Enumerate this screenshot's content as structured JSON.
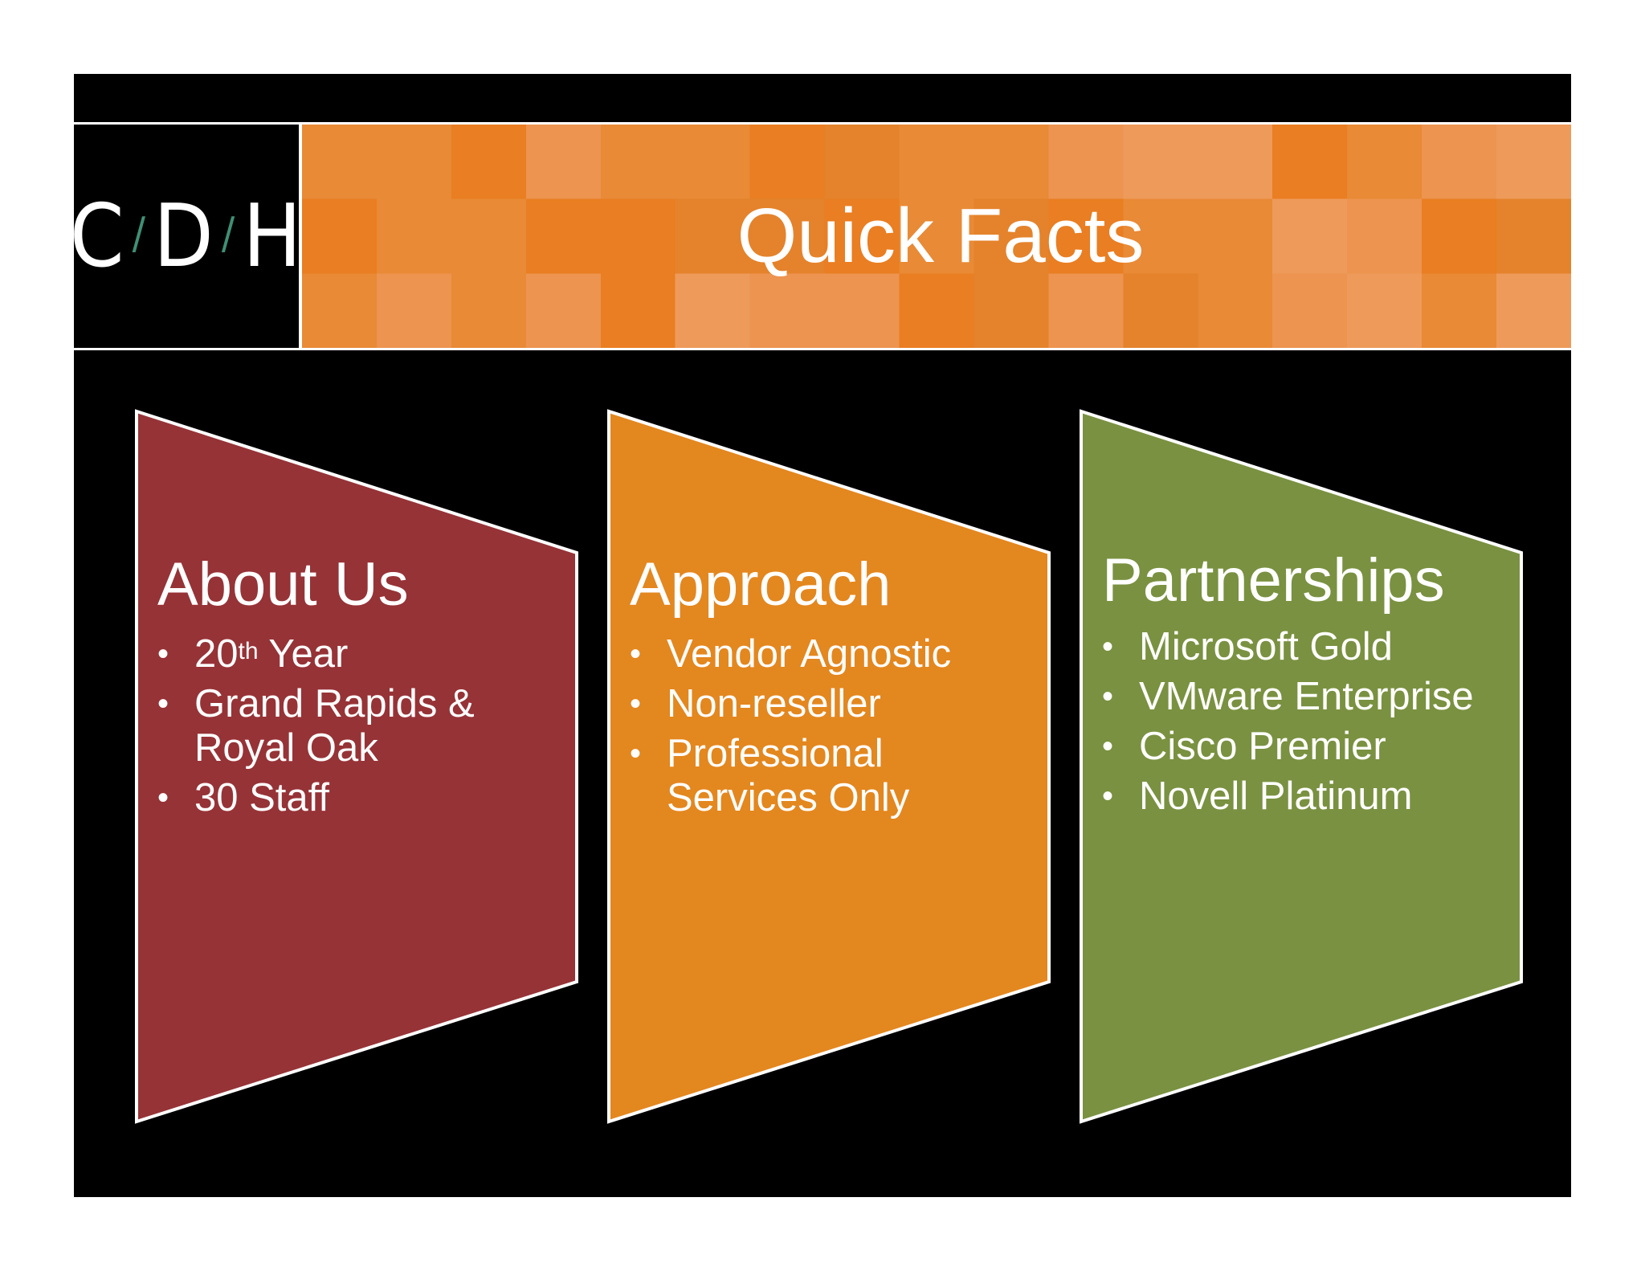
{
  "logo": {
    "letters": [
      "C",
      "D",
      "H"
    ],
    "separator": "/",
    "separator_color": "#3f8f74"
  },
  "header": {
    "title": "Quick Facts",
    "banner_colors": [
      "#e97e22",
      "#ec9450",
      "#e88a36",
      "#ee9a5a",
      "#e4832c"
    ]
  },
  "panels": [
    {
      "title": "About Us",
      "color": "#963337",
      "items": [
        {
          "text": "20",
          "sup": "th",
          "suffix": " Year"
        },
        {
          "text": "Grand Rapids &",
          "line2": "Royal Oak"
        },
        {
          "text": "30 Staff"
        }
      ]
    },
    {
      "title": "Approach",
      "color": "#e3871f",
      "items": [
        {
          "text": "Vendor Agnostic"
        },
        {
          "text": "Non-reseller"
        },
        {
          "text": "Professional",
          "line2": "Services Only"
        }
      ]
    },
    {
      "title": "Partnerships",
      "color": "#7a9141",
      "items": [
        {
          "text": "Microsoft Gold"
        },
        {
          "text": "VMware Enterprise"
        },
        {
          "text": "Cisco Premier"
        },
        {
          "text": "Novell Platinum"
        }
      ]
    }
  ]
}
